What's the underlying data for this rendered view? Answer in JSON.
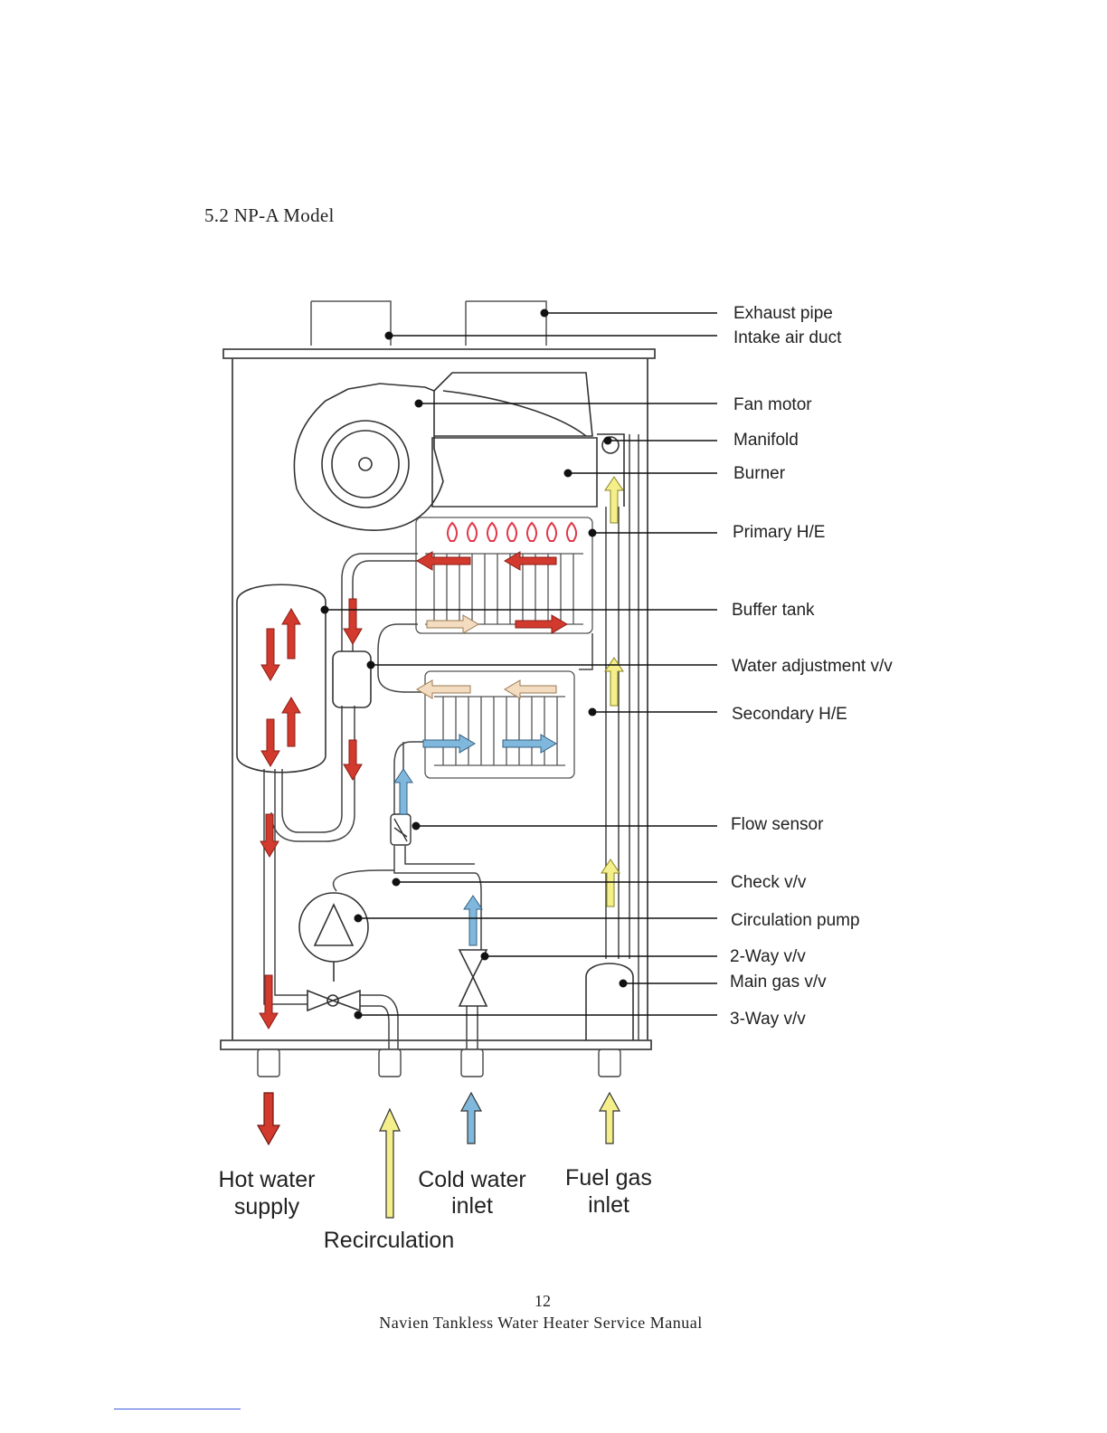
{
  "section_title": "5.2 NP-A Model",
  "callouts": {
    "exhaust_pipe": "Exhaust pipe",
    "intake_air_duct": "Intake air duct",
    "fan_motor": "Fan motor",
    "manifold": "Manifold",
    "burner": "Burner",
    "primary_he": "Primary H/E",
    "buffer_tank": "Buffer tank",
    "water_adjustment": "Water adjustment v/v",
    "secondary_he": "Secondary H/E",
    "flow_sensor": "Flow sensor",
    "check_vv": "Check v/v",
    "circulation_pump": "Circulation pump",
    "two_way_vv": "2-Way v/v",
    "main_gas_vv": "Main gas v/v",
    "three_way_vv": "3-Way v/v"
  },
  "connections": {
    "hot_water_line1": "Hot water",
    "hot_water_line2": "supply",
    "recirculation": "Recirculation",
    "cold_water_line1": "Cold water",
    "cold_water_line2": "inlet",
    "fuel_gas_line1": "Fuel gas",
    "fuel_gas_line2": "inlet"
  },
  "colors": {
    "hot": "#d23a2e",
    "cold": "#7fb8dc",
    "gas": "#f4ef8a",
    "warm": "#f3dcc0",
    "flame": "#e0384a"
  },
  "footer": {
    "page_number": "12",
    "manual_title": "Navien Tankless Water Heater Service Manual"
  }
}
